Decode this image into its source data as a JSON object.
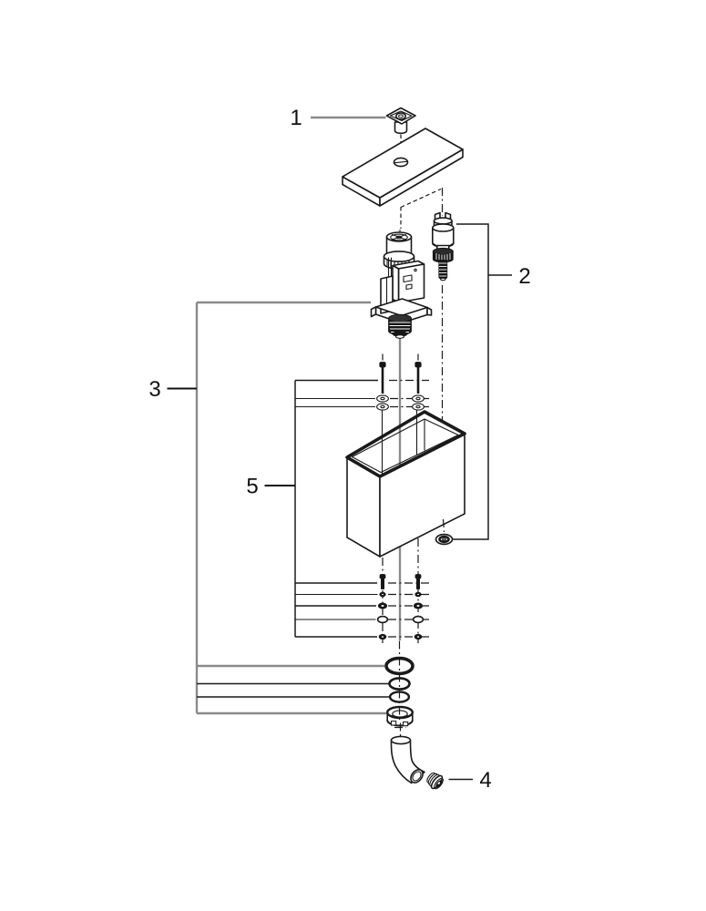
{
  "figure": {
    "type": "exploded-parts-diagram",
    "background": "#ffffff",
    "ink_color": "#1a1a1a",
    "leader_gray": "#8a8a8a",
    "callouts": [
      {
        "label": "1",
        "part": "push-button"
      },
      {
        "label": "2",
        "part": "fill-valve-cartridge"
      },
      {
        "label": "3",
        "part": "flush-valve-assembly"
      },
      {
        "label": "4",
        "part": "outlet-elbow-coupling"
      },
      {
        "label": "5",
        "part": "tank-fastening-hardware"
      }
    ]
  }
}
